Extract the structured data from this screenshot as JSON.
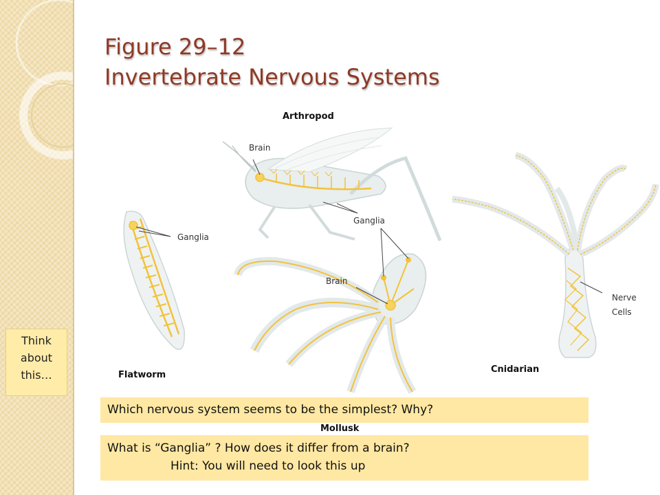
{
  "slide": {
    "title_line1": "Figure 29–12",
    "title_line2": "Invertebrate Nervous Systems"
  },
  "figure": {
    "arthropod_label": "Arthropod",
    "arthropod_brain_label": "Brain",
    "arthropod_ganglia_label": "Ganglia",
    "flatworm_ganglia_label": "Ganglia",
    "flatworm_label": "Flatworm",
    "mollusk_brain_label": "Brain",
    "mollusk_label": "Mollusk",
    "nerve_label": "Nerve",
    "cells_label": "Cells",
    "cnidarian_label": "Cnidarian"
  },
  "callout": {
    "line1": "Think",
    "line2": "about",
    "line3": "this…"
  },
  "questions": {
    "q1": "Which nervous system seems to be the simplest?  Why?",
    "q2": "What is “Ganglia” ? How does it differ from a brain?",
    "hint": "Hint: You will need to look this up"
  },
  "colors": {
    "title": "#8e3a26",
    "nerve": "#f2c23a",
    "box_fill": "#ffe8a3",
    "sidebar": "#f3e1b4"
  }
}
